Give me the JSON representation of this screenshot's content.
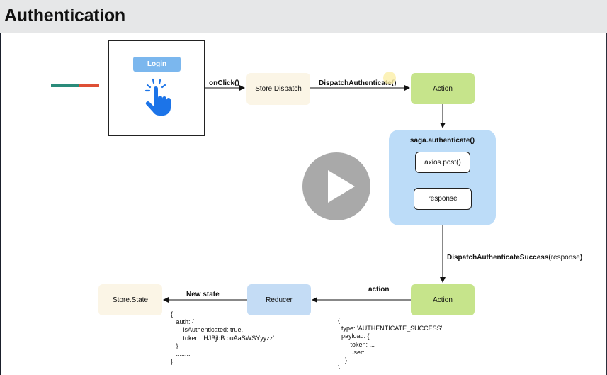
{
  "page": {
    "title": "Authentication"
  },
  "login": {
    "button_label": "Login"
  },
  "nodes": {
    "store_dispatch": "Store.Dispatch",
    "action_top": "Action",
    "saga_title": "saga.authenticate()",
    "axios_post": "axios.post()",
    "response": "response",
    "action_bottom": "Action",
    "reducer": "Reducer",
    "store_state": "Store.State"
  },
  "edges": {
    "onclick": "onClick()",
    "dispatch_authenticate": "DispatchAuthenticate()",
    "dispatch_success_name": "DispatchAuthenticateSuccess(",
    "dispatch_success_arg": "response",
    "dispatch_success_close": ")",
    "action": "action",
    "new_state": "New state"
  },
  "code": {
    "action_payload": "{\n  type: 'AUTHENTICATE_SUCCESS',\n  payload: {\n       token: ...\n       user: ....\n    }\n}",
    "new_state": "{\n   auth: {\n       isAuthenticated: true,\n       token: 'HJBjbB.ouAaSWSYyyzz'\n   }\n   ........\n}"
  },
  "colors": {
    "header_bg": "#e6e7e8",
    "cream": "#fbf5e6",
    "green": "#c6e48b",
    "blue": "#c4dcf5",
    "login_button": "#7bb7ee",
    "hand_icon": "#1c74e8"
  },
  "icons": {
    "login": "tap-hand-icon",
    "overlay": "play-icon"
  }
}
